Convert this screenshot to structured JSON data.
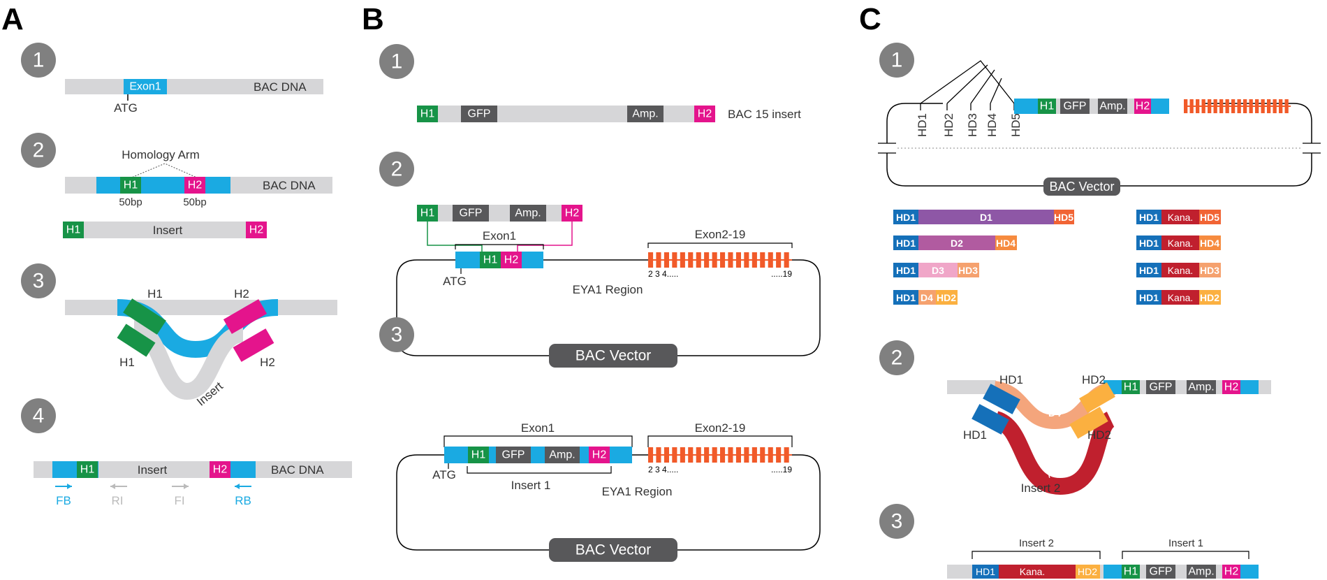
{
  "panels": {
    "a": "A",
    "b": "B",
    "c": "C"
  },
  "steps": {
    "s1": "1",
    "s2": "2",
    "s3": "3",
    "s4": "4"
  },
  "labels": {
    "exon1": "Exon1",
    "bac_dna": "BAC DNA",
    "atg": "ATG",
    "homology_arm": "Homology Arm",
    "h1": "H1",
    "h2": "H2",
    "bp50": "50bp",
    "insert": "Insert",
    "gfp": "GFP",
    "amp": "Amp.",
    "bac15_insert": "BAC 15 insert",
    "exon2_19": "Exon2-19",
    "eya1_region": "EYA1 Region",
    "bac_vector": "BAC Vector",
    "exon_nums_left": "2 3 4.....",
    "exon_nums_right": ".....19",
    "insert1": "Insert 1",
    "insert2": "Insert 2",
    "hd1": "HD1",
    "hd2": "HD2",
    "hd3": "HD3",
    "hd4": "HD4",
    "hd5": "HD5",
    "d1": "D1",
    "d2": "D2",
    "d3": "D3",
    "d4": "D4",
    "kana": "Kana.",
    "primers": {
      "fb": "FB",
      "ri": "RI",
      "fi": "FI",
      "rb": "RB"
    }
  },
  "colors": {
    "gray": "#d6d6d8",
    "blue": "#1aaae2",
    "green": "#179347",
    "magenta": "#e4148c",
    "dark": "#58585a",
    "orange": "#f15a29",
    "purple": "#8e57a6",
    "violet": "#b15ba0",
    "pink": "#f0a6c8",
    "peach": "#f4a57c",
    "hdblue": "#1570b9",
    "hdorange1": "#f16434",
    "hdorange2": "#f68b3f",
    "hdorange3": "#f5a16e",
    "hdyellow": "#fbb040",
    "kana_red": "#c0202e",
    "step_gray": "#808080",
    "primer_gray": "#bbbbbb"
  }
}
